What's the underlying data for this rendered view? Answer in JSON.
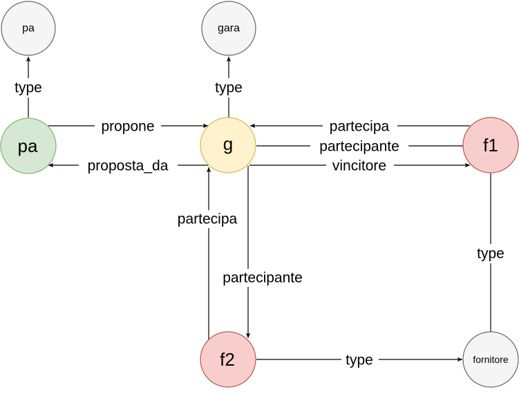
{
  "nodes": {
    "pa_class": {
      "label": "pa",
      "fill": "#f5f5f5",
      "stroke": "#666666"
    },
    "gara_class": {
      "label": "gara",
      "fill": "#f5f5f5",
      "stroke": "#666666"
    },
    "pa": {
      "label": "pa",
      "fill": "#d5e8d4",
      "stroke": "#82b366"
    },
    "g": {
      "label": "g",
      "fill": "#fff2cc",
      "stroke": "#d6b656"
    },
    "f1": {
      "label": "f1",
      "fill": "#f8cecc",
      "stroke": "#b85450"
    },
    "f2": {
      "label": "f2",
      "fill": "#f8cecc",
      "stroke": "#b85450"
    },
    "fornitore": {
      "label": "fornitore",
      "fill": "#f5f5f5",
      "stroke": "#666666"
    }
  },
  "edges": {
    "pa_type": "type",
    "g_type": "type",
    "propone": "propone",
    "proposta_da": "proposta_da",
    "f1_partecipa": "partecipa",
    "g_partecipante_f1": "partecipante",
    "vincitore": "vincitore",
    "f2_partecipa": "partecipa",
    "g_partecipante_f2": "partecipante",
    "f1_type": "type",
    "f2_type": "type"
  }
}
